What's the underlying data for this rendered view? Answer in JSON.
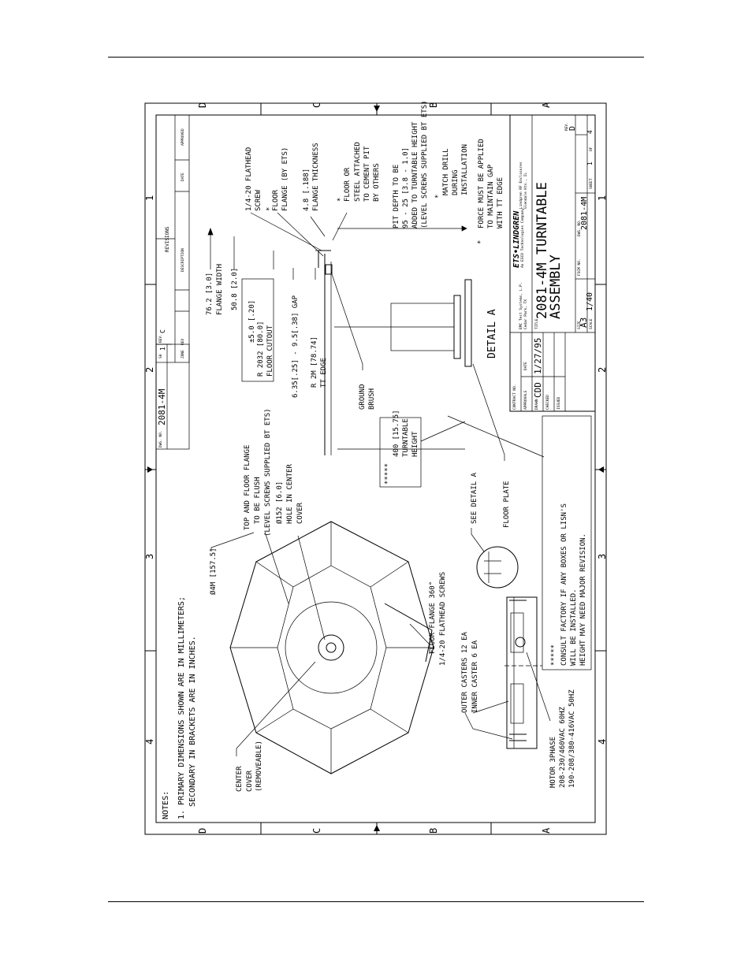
{
  "notes": {
    "heading": "NOTES:",
    "line1": "1.  PRIMARY DIMENSIONS SHOWN ARE IN MILLIMETERS;",
    "line2": "SECONDARY IN BRACKETS ARE IN INCHES."
  },
  "plan_view": {
    "center_cover": [
      "CENTER",
      "COVER",
      "(REMOVEABLE)"
    ],
    "diameter": "Ø4M [157.5]",
    "flush": [
      "TOP AND FLOOR FLANGE",
      "TO BE FLUSH",
      "(LEVEL SCREWS SUPPLIED BT ETS)"
    ],
    "hole": [
      "Ø152 [6.0]",
      "HOLE IN CENTER",
      "COVER"
    ],
    "flange360": [
      "FLOOR FLANGE 360°",
      "1/4-20 FLATHEAD SCREWS"
    ]
  },
  "detail": {
    "flathead": [
      "1/4-20 FLATHEAD",
      "SCREW"
    ],
    "floor_flange": [
      "FLOOR",
      "FLANGE (BY ETS)"
    ],
    "flange_thickness": [
      "4.8 [.188]",
      "FLANGE THICKNESS"
    ],
    "floor_steel": [
      "FLOOR OR",
      "STEEL ATTACHED",
      "TO CEMENT PIT",
      "BY OTHERS"
    ],
    "pit_depth": [
      "PIT DEPTH TO BE",
      "95 - 25 [3.8 - 1.0]",
      "ADDED TO TURNTABLE HEIGHT",
      "(LEVEL SCREWS SUPPLIED BT ETS)"
    ],
    "match_drill": [
      "MATCH DRILL",
      "DURING",
      "INSTALLATION"
    ],
    "force": [
      "FORCE MUST BE APPLIED",
      "TO MAINTAIN GAP",
      "WITH TT EDGE"
    ],
    "flange_width": [
      "76.2 [3.0]",
      "FLANGE WIDTH"
    ],
    "flange_508": "50.8 [2.0]",
    "floor_cutout": [
      "±5.0 [.20]",
      "R 2032 [80.0]",
      "FLOOR CUTOUT"
    ],
    "gap": "6.35[.25] - 9.5[.38] GAP",
    "tt_edge": [
      "R 2M [78.74]",
      "TT EDGE"
    ],
    "ground_brush": [
      "GROUND",
      "BRUSH"
    ],
    "detail_a": "DETAIL  A",
    "tt_height": [
      "400 [15.75]",
      "TURNTABLE",
      "HEIGHT"
    ],
    "stars": "*****",
    "see_detail": "SEE DETAIL A",
    "floor_plate": "FLOOR PLATE",
    "casters": [
      "OUTER CASTERS 12 EA",
      "INNER CASTER 6 EA"
    ],
    "motor": [
      "MOTOR 3PHASE",
      "208-230/460VAC 60HZ",
      "190-208/380-416VAC 50HZ"
    ],
    "asterisk": "*"
  },
  "consult_box": {
    "stars": "*****",
    "lines": [
      "CONSULT FACTORY IF ANY BOXES OR LISN'S",
      "WILL BE INSTALLED.",
      "HEIGHT MAY NEED MAJOR REVISION."
    ]
  },
  "revisions": {
    "title": "REVISIONS",
    "headers": [
      "ZONE",
      "REV",
      "DESCRIPTION",
      "DATE",
      "APPROVED"
    ],
    "dwg_no_label": "DWG. NO.",
    "dwg_no": "2081-4M",
    "sh_label": "SH",
    "sh": "1",
    "rev_label": "REV.",
    "rev": "C"
  },
  "title_block": {
    "contract_no": "CONTRACT NO.",
    "approvals": "APPROVALS",
    "date": "DATE",
    "drawn": "DRAWN",
    "drawn_by": "CDD",
    "drawn_date": "1/27/95",
    "checked": "CHECKED",
    "issued": "ISSUED",
    "company1": "EMC Test Systems, L.P.",
    "company2": "Cedar Park, TX",
    "title_label": "TITLE",
    "title": [
      "2081-4M TURNTABLE",
      "ASSEMBLY"
    ],
    "logo": "ETS•LINDGREN",
    "logo_sub": "An ESCO Technologies Company",
    "lindgren": [
      "Lindgren RF Enclosures",
      "Glendale Hts., IL"
    ],
    "size_label": "SIZE",
    "size": "A3",
    "fscm_label": "FSCM NO.",
    "dwg_label": "DWG. NO.",
    "dwg": "2081-4M",
    "rev_label": "REV.",
    "rev": "D",
    "scale_label": "SCALE",
    "scale": "1/40",
    "sheet_label": "SHEET",
    "sheet": "1",
    "of_label": "OF",
    "of": "4"
  },
  "zones": {
    "letters": [
      "D",
      "C",
      "B",
      "A"
    ],
    "numbers": [
      "1",
      "2",
      "3",
      "4"
    ]
  }
}
